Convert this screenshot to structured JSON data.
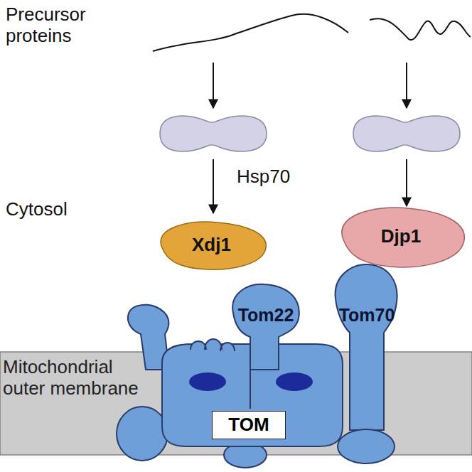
{
  "diagram": {
    "nodes": [
      {
        "text": [
          "Mitochondrial outer membrane"
        ]
      },
      {
        "text": [
          "Xdj1"
        ]
      },
      {
        "text": [
          "Djp1"
        ]
      },
      {
        "text": [
          "Tom22"
        ]
      },
      {
        "text": [
          "Tom70"
        ]
      },
      {
        "text": [
          "TOM"
        ]
      }
    ],
    "labels": [
      "Precursor proteins",
      "Hsp70",
      "Cytosol"
    ]
  }
}
